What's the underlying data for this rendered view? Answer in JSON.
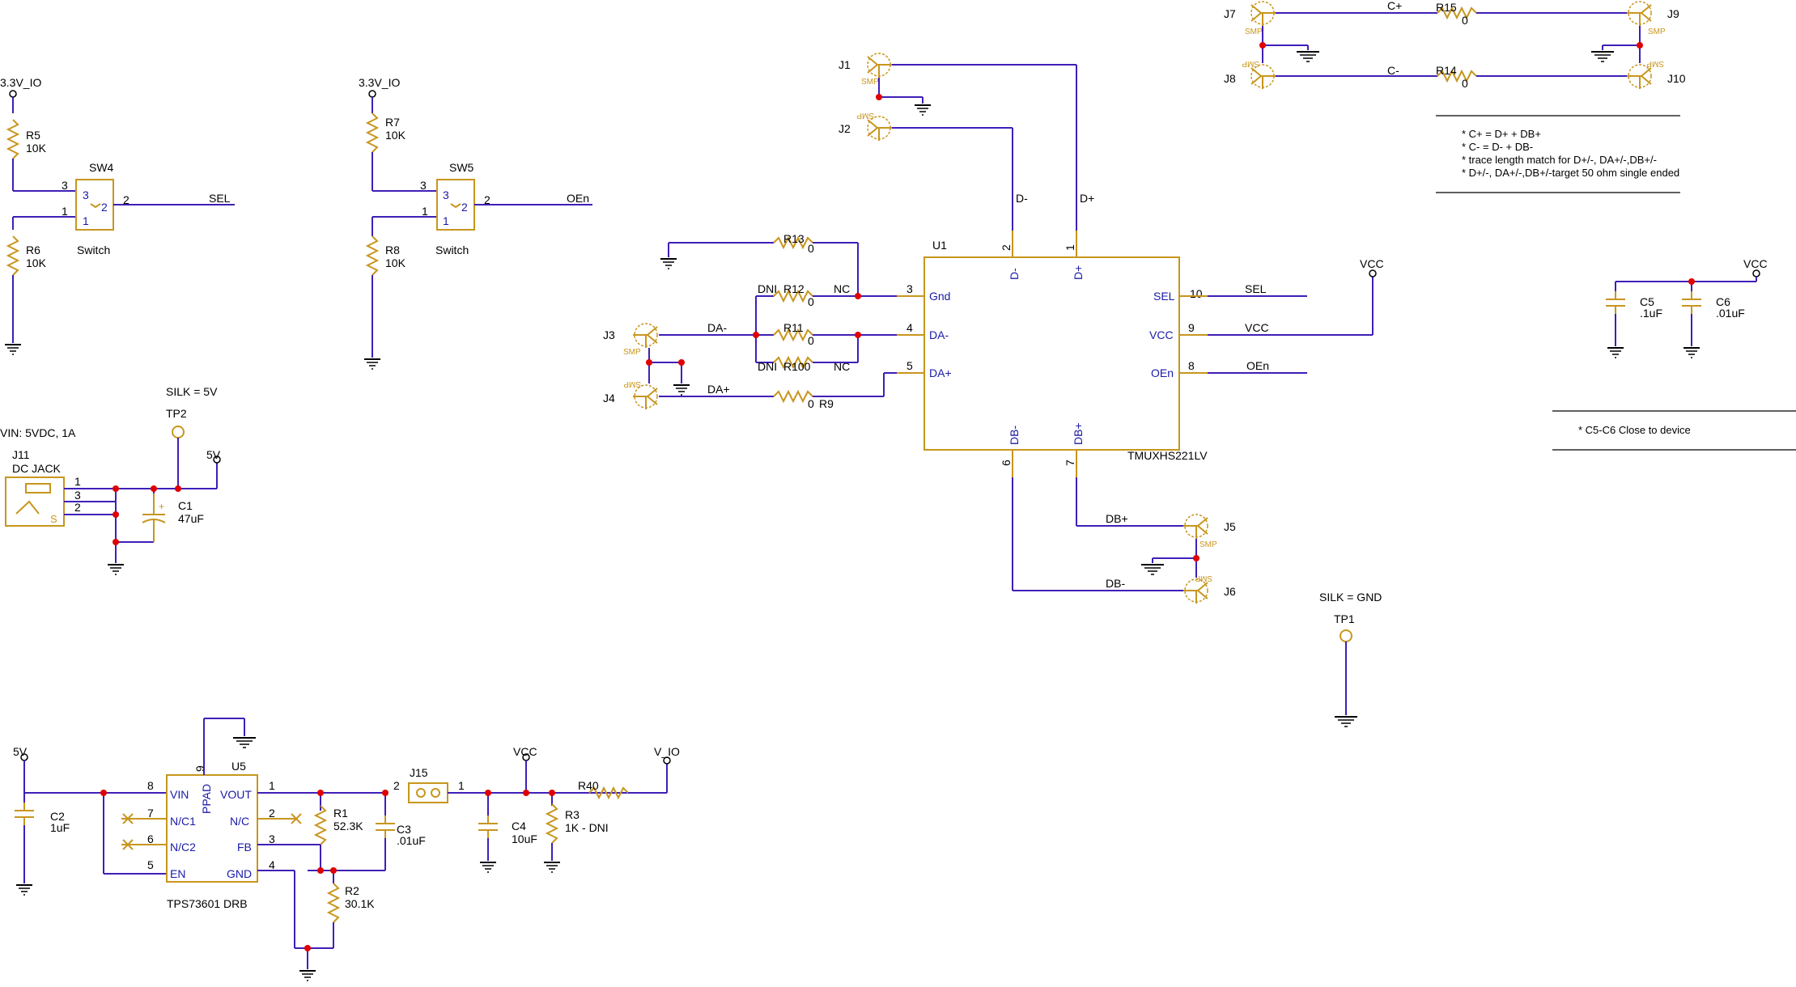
{
  "u1": {
    "ref": "U1",
    "part": "TMUXHS221LV",
    "pins": {
      "gnd": "Gnd",
      "dam": "DA-",
      "dap": "DA+",
      "dm": "D-",
      "dp": "D+",
      "sel": "SEL",
      "vcc": "VCC",
      "oen": "OEn",
      "dbm": "DB-",
      "dbp": "DB+"
    },
    "pin_numbers": [
      "1",
      "2",
      "3",
      "4",
      "5",
      "6",
      "7",
      "8",
      "9",
      "10"
    ]
  },
  "nets": {
    "sel": "SEL",
    "oen": "OEn",
    "vcc": "VCC",
    "dp": "D+",
    "dm": "D-",
    "dap": "DA+",
    "dam": "DA-",
    "dbp": "DB+",
    "dbm": "DB-",
    "cp": "C+",
    "cm": "C-",
    "nc": "NC",
    "dni": "DNI",
    "v33": "3.3V_IO",
    "v5": "5V",
    "vio": "V_IO"
  },
  "resistors": {
    "r5": {
      "ref": "R5",
      "value": "10K"
    },
    "r6": {
      "ref": "R6",
      "value": "10K"
    },
    "r7": {
      "ref": "R7",
      "value": "10K"
    },
    "r8": {
      "ref": "R8",
      "value": "10K"
    },
    "r9": {
      "ref": "R9",
      "value": "0"
    },
    "r11": {
      "ref": "R11",
      "value": "0"
    },
    "r12": {
      "ref": "R12",
      "value": "0"
    },
    "r13": {
      "ref": "R13",
      "value": "0"
    },
    "r100": {
      "ref": "R100",
      "value": ""
    },
    "r14": {
      "ref": "R14",
      "value": "0"
    },
    "r15": {
      "ref": "R15",
      "value": "0"
    },
    "r1": {
      "ref": "R1",
      "value": "52.3K"
    },
    "r2": {
      "ref": "R2",
      "value": "30.1K"
    },
    "r3": {
      "ref": "R3",
      "value": "1K - DNI"
    },
    "r40": {
      "ref": "R40",
      "value": ""
    }
  },
  "switches": {
    "sw4": {
      "ref": "SW4",
      "type": "Switch"
    },
    "sw5": {
      "ref": "SW5",
      "type": "Switch"
    },
    "pins": [
      "1",
      "2",
      "3"
    ]
  },
  "connectors": {
    "j1": "J1",
    "j2": "J2",
    "j3": "J3",
    "j4": "J4",
    "j5": "J5",
    "j6": "J6",
    "j7": "J7",
    "j8": "J8",
    "j9": "J9",
    "j10": "J10",
    "smp": "SMP"
  },
  "caps": {
    "c1": {
      "ref": "C1",
      "value": "47uF"
    },
    "c2": {
      "ref": "C2",
      "value": "1uF"
    },
    "c3": {
      "ref": "C3",
      "value": ".01uF"
    },
    "c4": {
      "ref": "C4",
      "value": "10uF"
    },
    "c5": {
      "ref": "C5",
      "value": ".1uF"
    },
    "c6": {
      "ref": "C6",
      "value": ".01uF"
    }
  },
  "power": {
    "j11": {
      "ref": "J11",
      "type": "DC JACK",
      "s_label": "S"
    },
    "vin_note": "VIN:  5VDC, 1A",
    "tp2": "TP2",
    "tp1": "TP1",
    "silk5v": "SILK = 5V",
    "silkgnd": "SILK = GND"
  },
  "u5": {
    "ref": "U5",
    "part": "TPS73601 DRB",
    "pins": {
      "vin": "VIN",
      "nc1": "N/C1",
      "nc2": "N/C2",
      "en": "EN",
      "vout": "VOUT",
      "nc": "N/C",
      "fb": "FB",
      "gnd": "GND",
      "ppad": "PPAD"
    },
    "pin_numbers": [
      "1",
      "2",
      "3",
      "4",
      "5",
      "6",
      "7",
      "8",
      "9"
    ]
  },
  "j15": "J15",
  "notes": {
    "top": [
      "* C+ = D+ + DB+",
      "* C- = D- + DB-",
      "* trace length match for D+/-, DA+/-,DB+/-",
      "* D+/-, DA+/-,DB+/-target 50 ohm single ended"
    ],
    "caps": "* C5-C6 Close to device"
  },
  "colors": {
    "wire": "#3f1fb8",
    "component": "#c8961e",
    "junction": "#e00000",
    "pin_text": "#1a1aa8"
  }
}
